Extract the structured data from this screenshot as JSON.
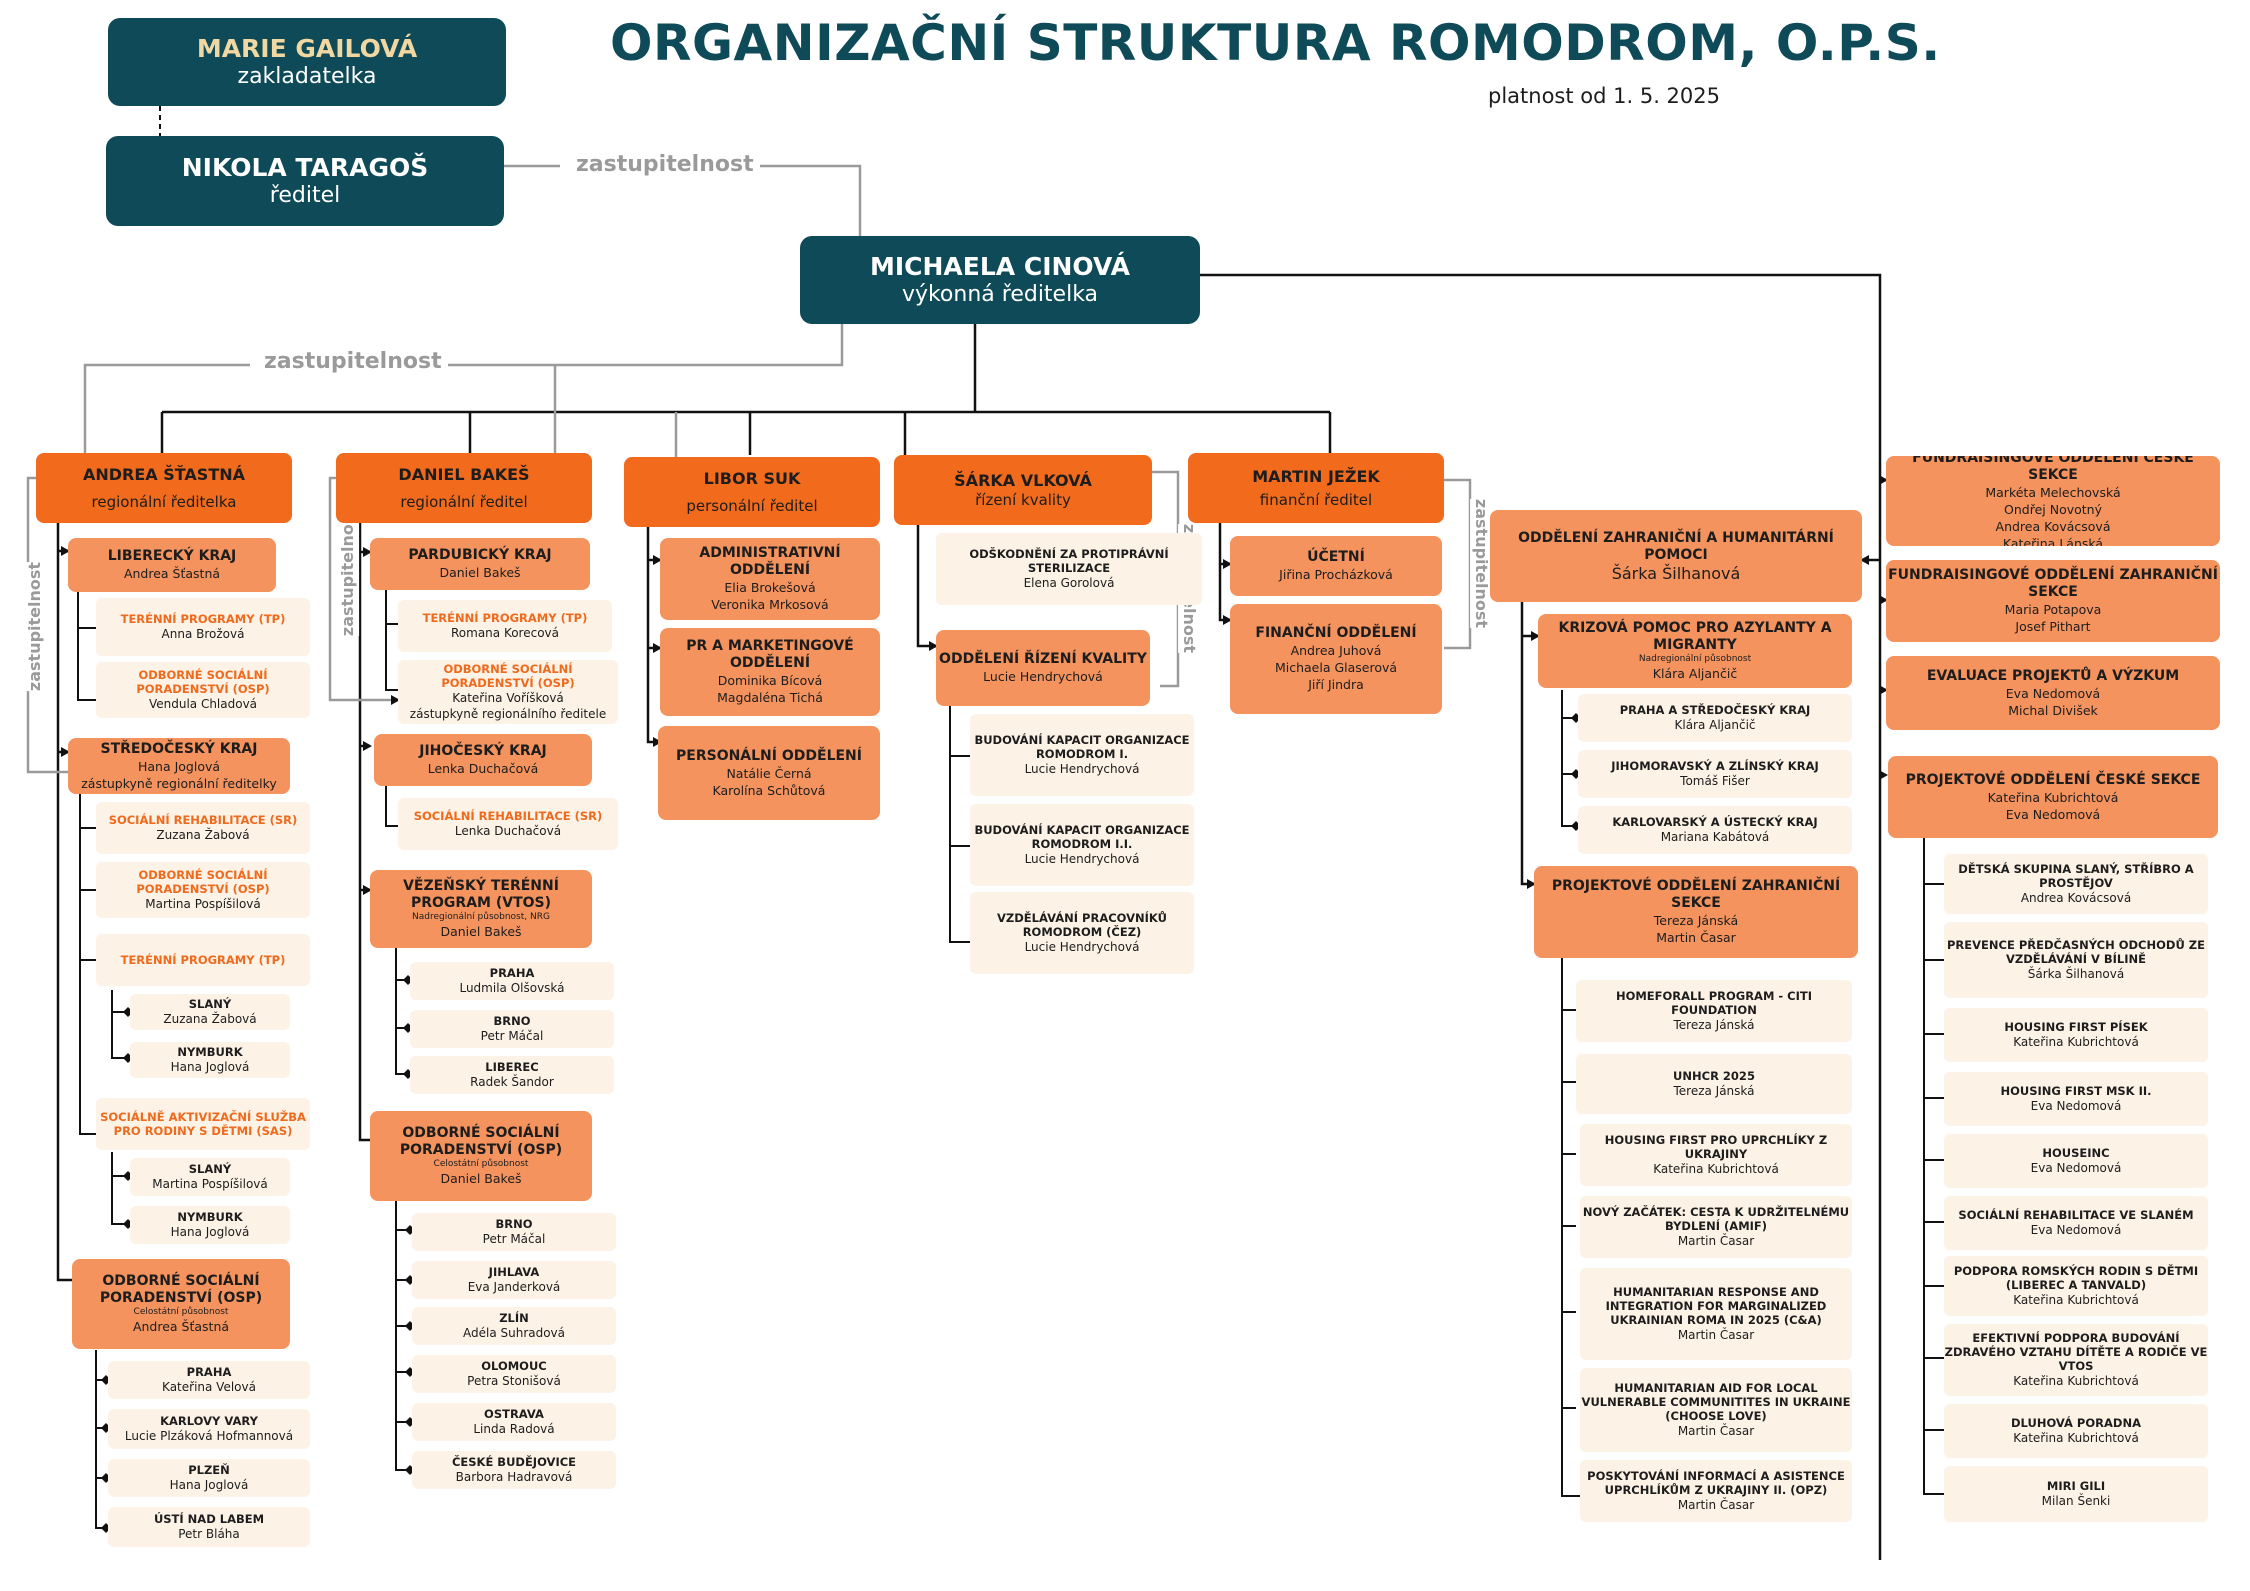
{
  "title": "ORGANIZAČNÍ STRUKTURA ROMODROM, O.P.S.",
  "validity": "platnost od 1. 5. 2025",
  "colors": {
    "dark": "#0e4a57",
    "orange": "#f26a1c",
    "light_orange": "#f4935e",
    "cream": "#fdf2e6",
    "line": "#111111",
    "gray_line": "#9a9a9a"
  },
  "connector_label": "zastupitelnost",
  "top": {
    "founder": {
      "name": "MARIE GAILOVÁ",
      "role": "zakladatelka"
    },
    "director": {
      "name": "NIKOLA TARAGOŠ",
      "role": "ředitel"
    },
    "exec": {
      "name": "MICHAELA CINOVÁ",
      "role": "výkonná ředitelka"
    }
  },
  "heads": [
    {
      "name": "ANDREA ŠŤASTNÁ",
      "role": "regionální ředitelka"
    },
    {
      "name": "DANIEL BAKEŠ",
      "role": "regionální ředitel"
    },
    {
      "name": "LIBOR SUK",
      "role": "personální ředitel"
    },
    {
      "name": "ŠÁRKA VLKOVÁ",
      "role": "řízení kvality"
    },
    {
      "name": "MARTIN JEŽEK",
      "role": "finanční ředitel"
    },
    {
      "name": "ODDĚLENÍ ZAHRANIČNÍ A HUMANITÁRNÍ POMOCI",
      "role": "Šárka Šilhanová"
    }
  ],
  "col1": [
    {
      "t": "LIBERECKÝ KRAJ",
      "p": [
        "Andrea Šťastná"
      ]
    },
    {
      "t": "TERÉNNÍ PROGRAMY (TP)",
      "p": [
        "Anna Brožová"
      ]
    },
    {
      "t": "ODBORNÉ SOCIÁLNÍ PORADENSTVÍ (OSP)",
      "p": [
        "Vendula Chladová"
      ]
    },
    {
      "t": "STŘEDOČESKÝ KRAJ",
      "p": [
        "Hana Joglová",
        "zástupkyně regionální ředitelky"
      ]
    },
    {
      "t": "SOCIÁLNÍ REHABILITACE (SR)",
      "p": [
        "Zuzana Žabová"
      ]
    },
    {
      "t": "ODBORNÉ SOCIÁLNÍ PORADENSTVÍ (OSP)",
      "p": [
        "Martina Pospíšilová"
      ]
    },
    {
      "t": "TERÉNNÍ PROGRAMY (TP)",
      "p": []
    },
    {
      "t": "SLANÝ",
      "p": [
        "Zuzana Žabová"
      ]
    },
    {
      "t": "NYMBURK",
      "p": [
        "Hana Joglová"
      ]
    },
    {
      "t": "SOCIÁLNĚ AKTIVIZAČNÍ SLUŽBA PRO RODINY S DĚTMI (SAS)",
      "p": []
    },
    {
      "t": "SLANÝ",
      "p": [
        "Martina Pospíšilová"
      ]
    },
    {
      "t": "NYMBURK",
      "p": [
        "Hana Joglová"
      ]
    },
    {
      "t": "ODBORNÉ SOCIÁLNÍ PORADENSTVÍ (OSP)",
      "n": "Celostátní působnost",
      "p": [
        "Andrea Šťastná"
      ]
    },
    {
      "t": "PRAHA",
      "p": [
        "Kateřina Velová"
      ]
    },
    {
      "t": "KARLOVY VARY",
      "p": [
        "Lucie Plzáková Hofmannová"
      ]
    },
    {
      "t": "PLZEŇ",
      "p": [
        "Hana Joglová"
      ]
    },
    {
      "t": "ÚSTÍ NAD LABEM",
      "p": [
        "Petr Bláha"
      ]
    }
  ],
  "col2": [
    {
      "t": "PARDUBICKÝ KRAJ",
      "p": [
        "Daniel Bakeš"
      ]
    },
    {
      "t": "TERÉNNÍ PROGRAMY (TP)",
      "p": [
        "Romana Korecová"
      ]
    },
    {
      "t": "ODBORNÉ SOCIÁLNÍ PORADENSTVÍ (OSP)",
      "p": [
        "Kateřina Voříšková",
        "zástupkyně regionálního ředitele"
      ]
    },
    {
      "t": "JIHOČESKÝ KRAJ",
      "p": [
        "Lenka Duchačová"
      ]
    },
    {
      "t": "SOCIÁLNÍ REHABILITACE (SR)",
      "p": [
        "Lenka Duchačová"
      ]
    },
    {
      "t": "VĚZEŇSKÝ TERÉNNÍ PROGRAM (VTOS)",
      "n": "Nadregionální působnost, NRG",
      "p": [
        "Daniel Bakeš"
      ]
    },
    {
      "t": "PRAHA",
      "p": [
        "Ludmila Olšovská"
      ]
    },
    {
      "t": "BRNO",
      "p": [
        "Petr Máčal"
      ]
    },
    {
      "t": "LIBEREC",
      "p": [
        "Radek Šandor"
      ]
    },
    {
      "t": "ODBORNÉ SOCIÁLNÍ PORADENSTVÍ (OSP)",
      "n": "Celostátní působnost",
      "p": [
        "Daniel Bakeš"
      ]
    },
    {
      "t": "BRNO",
      "p": [
        "Petr Máčal"
      ]
    },
    {
      "t": "JIHLAVA",
      "p": [
        "Eva Janderková"
      ]
    },
    {
      "t": "ZLÍN",
      "p": [
        "Adéla Suhradová"
      ]
    },
    {
      "t": "OLOMOUC",
      "p": [
        "Petra Stonišová"
      ]
    },
    {
      "t": "OSTRAVA",
      "p": [
        "Linda Radová"
      ]
    },
    {
      "t": "ČESKÉ BUDĚJOVICE",
      "p": [
        "Barbora Hadravová"
      ]
    }
  ],
  "col3": [
    {
      "t": "ADMINISTRATIVNÍ ODDĚLENÍ",
      "p": [
        "Elia Brokešová",
        "Veronika Mrkosová"
      ]
    },
    {
      "t": "PR A MARKETINGOVÉ ODDĚLENÍ",
      "p": [
        "Dominika Bícová",
        "Magdaléna Tichá"
      ]
    },
    {
      "t": "PERSONÁLNÍ ODDĚLENÍ",
      "p": [
        "Natálie Černá",
        "Karolína Schůtová"
      ]
    }
  ],
  "col4": [
    {
      "t": "ODŠKODNĚNÍ ZA PROTIPRÁVNÍ STERILIZACE",
      "p": [
        "Elena Gorolová"
      ]
    },
    {
      "t": "ODDĚLENÍ ŘÍZENÍ KVALITY",
      "p": [
        "Lucie Hendrychová"
      ]
    },
    {
      "t": "BUDOVÁNÍ KAPACIT ORGANIZACE ROMODROM I.",
      "p": [
        "Lucie Hendrychová"
      ]
    },
    {
      "t": "BUDOVÁNÍ KAPACIT ORGANIZACE ROMODROM I.I.",
      "p": [
        "Lucie Hendrychová"
      ]
    },
    {
      "t": "VZDĚLÁVÁNÍ PRACOVNÍKŮ ROMODROM (ČEZ)",
      "p": [
        "Lucie Hendrychová"
      ]
    }
  ],
  "col5": [
    {
      "t": "ÚČETNÍ",
      "p": [
        "Jiřina Procházková"
      ]
    },
    {
      "t": "FINANČNÍ ODDĚLENÍ",
      "p": [
        "Andrea Juhová",
        "Michaela Glaserová",
        "Jiří Jindra"
      ]
    }
  ],
  "col6": [
    {
      "t": "KRIZOVÁ POMOC PRO AZYLANTY A MIGRANTY",
      "n": "Nadregionální působnost",
      "p": [
        "Klára Aljančič"
      ]
    },
    {
      "t": "PRAHA A STŘEDOČESKÝ KRAJ",
      "p": [
        "Klára Aljančič"
      ]
    },
    {
      "t": "JIHOMORAVSKÝ A ZLÍNSKÝ KRAJ",
      "p": [
        "Tomáš Fišer"
      ]
    },
    {
      "t": "KARLOVARSKÝ A ÚSTECKÝ KRAJ",
      "p": [
        "Mariana Kabátová"
      ]
    },
    {
      "t": "PROJEKTOVÉ ODDĚLENÍ ZAHRANIČNÍ SEKCE",
      "p": [
        "Tereza Jánská",
        "Martin Časar"
      ]
    },
    {
      "t": "HOMEFORALL PROGRAM - CITI FOUNDATION",
      "p": [
        "Tereza Jánská"
      ]
    },
    {
      "t": "UNHCR 2025",
      "p": [
        "Tereza Jánská"
      ]
    },
    {
      "t": "HOUSING FIRST PRO UPRCHLÍKY Z UKRAJINY",
      "p": [
        "Kateřina Kubrichtová"
      ]
    },
    {
      "t": "NOVÝ ZAČÁTEK: CESTA K UDRŽITELNÉMU BYDLENÍ (AMIF)",
      "p": [
        "Martin Časar"
      ]
    },
    {
      "t": "HUMANITARIAN RESPONSE AND INTEGRATION FOR MARGINALIZED UKRAINIAN ROMA IN 2025 (C&A)",
      "p": [
        "Martin Časar"
      ]
    },
    {
      "t": "HUMANITARIAN AID FOR LOCAL VULNERABLE COMMUNITITES IN UKRAINE (CHOOSE LOVE)",
      "p": [
        "Martin Časar"
      ]
    },
    {
      "t": "POSKYTOVÁNÍ INFORMACÍ A ASISTENCE UPRCHLÍKŮM Z UKRAJINY II. (OPZ)",
      "p": [
        "Martin Časar"
      ]
    }
  ],
  "col7": [
    {
      "t": "FUNDRAISINGOVÉ ODDĚLENÍ ČESKÉ SEKCE",
      "p": [
        "Markéta Melechovská",
        "Ondřej Novotný",
        "Andrea Kovácsová",
        "Kateřina Lánská"
      ]
    },
    {
      "t": "FUNDRAISINGOVÉ ODDĚLENÍ ZAHRANIČNÍ SEKCE",
      "p": [
        "Maria Potapova",
        "Josef Pithart"
      ]
    },
    {
      "t": "EVALUACE PROJEKTŮ A VÝZKUM",
      "p": [
        "Eva Nedomová",
        "Michal Diviš­ek"
      ]
    },
    {
      "t": "PROJEKTOVÉ ODDĚLENÍ ČESKÉ SEKCE",
      "p": [
        "Kateřina Kubrichtová",
        "Eva Nedomová"
      ]
    },
    {
      "t": "DĚTSKÁ SKUPINA SLANÝ, STŘÍBRO A PROSTĚJOV",
      "p": [
        "Andrea Kovácsová"
      ]
    },
    {
      "t": "PREVENCE PŘEDČASNÝCH ODCHODŮ ZE VZDĚLÁVÁNÍ V BÍLINĚ",
      "p": [
        "Šárka Šilhanová"
      ]
    },
    {
      "t": "HOUSING FIRST PÍSEK",
      "p": [
        "Kateřina Kubrichtová"
      ]
    },
    {
      "t": "HOUSING FIRST MSK II.",
      "p": [
        "Eva Nedomová"
      ]
    },
    {
      "t": "HOUSEINC",
      "p": [
        "Eva Nedomová"
      ]
    },
    {
      "t": "SOCIÁLNÍ REHABILITACE VE SLANÉM",
      "p": [
        "Eva Nedomová"
      ]
    },
    {
      "t": "PODPORA ROMSKÝCH RODIN S DĚTMI  (LIBEREC A TANVALD)",
      "p": [
        "Kateřina Kubrichtová"
      ]
    },
    {
      "t": "EFEKTIVNÍ PODPORA BUDOVÁNÍ ZDRAVÉHO VZTAHU DÍTĚTE A RODIČE VE VTOS",
      "p": [
        "Kateřina Kubrichtová"
      ]
    },
    {
      "t": "DLUHOVÁ PORADNA",
      "p": [
        "Kateřina Kubrichtová"
      ]
    },
    {
      "t": "MIRI GILI",
      "p": [
        "Milan Šenki"
      ]
    }
  ]
}
